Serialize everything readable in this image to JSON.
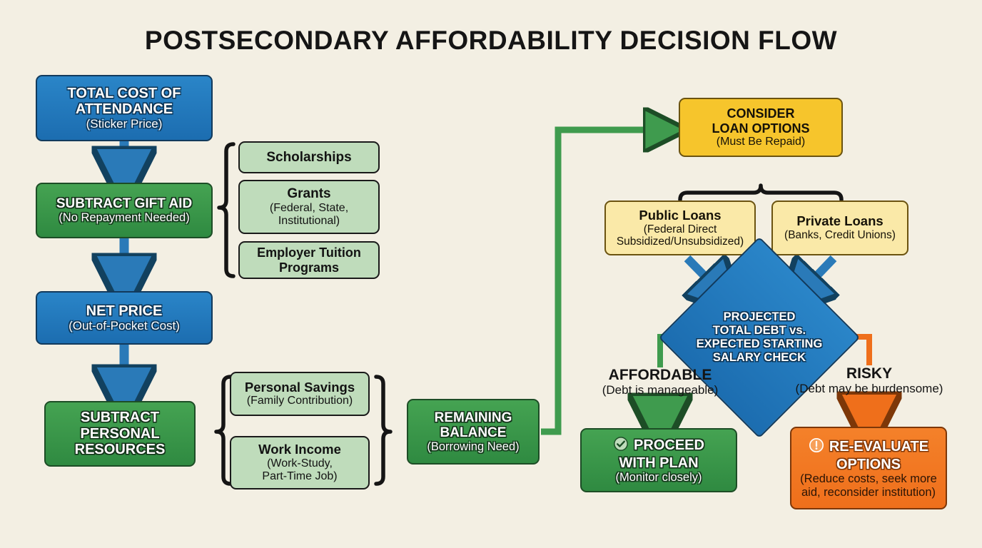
{
  "title": "POSTSECONDARY AFFORDABILITY DECISION FLOW",
  "colors": {
    "background": "#f3efe3",
    "blue": "#1c6db0",
    "green": "#2f8a41",
    "light_green": "#bfdcbb",
    "yellow": "#f6c52c",
    "light_yellow": "#fae9a8",
    "orange": "#ef6f1b",
    "text_dark": "#141414"
  },
  "nodes": {
    "total_cost": {
      "title": "TOTAL COST OF\nATTENDANCE",
      "line1": "TOTAL COST OF",
      "line2": "ATTENDANCE",
      "sub": "(Sticker Price)"
    },
    "subtract_gift_aid": {
      "line1": "SUBTRACT GIFT AID",
      "sub": "(No Repayment Needed)"
    },
    "net_price": {
      "line1": "NET PRICE",
      "sub": "(Out-of-Pocket Cost)"
    },
    "subtract_personal": {
      "line1": "SUBTRACT",
      "line2": "PERSONAL",
      "line3": "RESOURCES",
      "sub": ""
    },
    "remaining_balance": {
      "line1": "REMAINING",
      "line2": "BALANCE",
      "sub": "(Borrowing Need)"
    },
    "scholarships": {
      "line1": "Scholarships",
      "sub": ""
    },
    "grants": {
      "line1": "Grants",
      "sub1": "(Federal, State,",
      "sub2": "Institutional)"
    },
    "employer_tuition": {
      "line1": "Employer Tuition",
      "line2": "Programs",
      "sub": ""
    },
    "personal_savings": {
      "line1": "Personal Savings",
      "sub": "(Family Contribution)"
    },
    "work_income": {
      "line1": "Work Income",
      "sub1": "(Work-Study,",
      "sub2": "Part-Time Job)"
    },
    "consider_loans": {
      "line1": "CONSIDER",
      "line2": "LOAN OPTIONS",
      "sub": "(Must Be Repaid)"
    },
    "public_loans": {
      "line1": "Public Loans",
      "sub1": "(Federal Direct",
      "sub2": "Subsidized/Unsubsidized)"
    },
    "private_loans": {
      "line1": "Private Loans",
      "sub1": "(Banks, Credit Unions)"
    },
    "decision_diamond": {
      "line1": "PROJECTED",
      "line2": "TOTAL DEBT vs.",
      "line3": "EXPECTED STARTING",
      "line4": "SALARY CHECK"
    },
    "proceed": {
      "line1": "PROCEED",
      "line2": "WITH PLAN",
      "sub": "(Monitor closely)",
      "icon": "check-circle-icon"
    },
    "reevaluate": {
      "line1": "RE-EVALUATE",
      "line2": "OPTIONS",
      "sub1": "(Reduce costs, seek more",
      "sub2": "aid, reconsider institution)",
      "icon": "exclamation-circle-icon"
    }
  },
  "branch_labels": {
    "affordable": {
      "title": "AFFORDABLE",
      "sub": "(Debt is manageable)"
    },
    "risky": {
      "title": "RISKY",
      "sub": "(Debt may be burdensome)"
    }
  }
}
